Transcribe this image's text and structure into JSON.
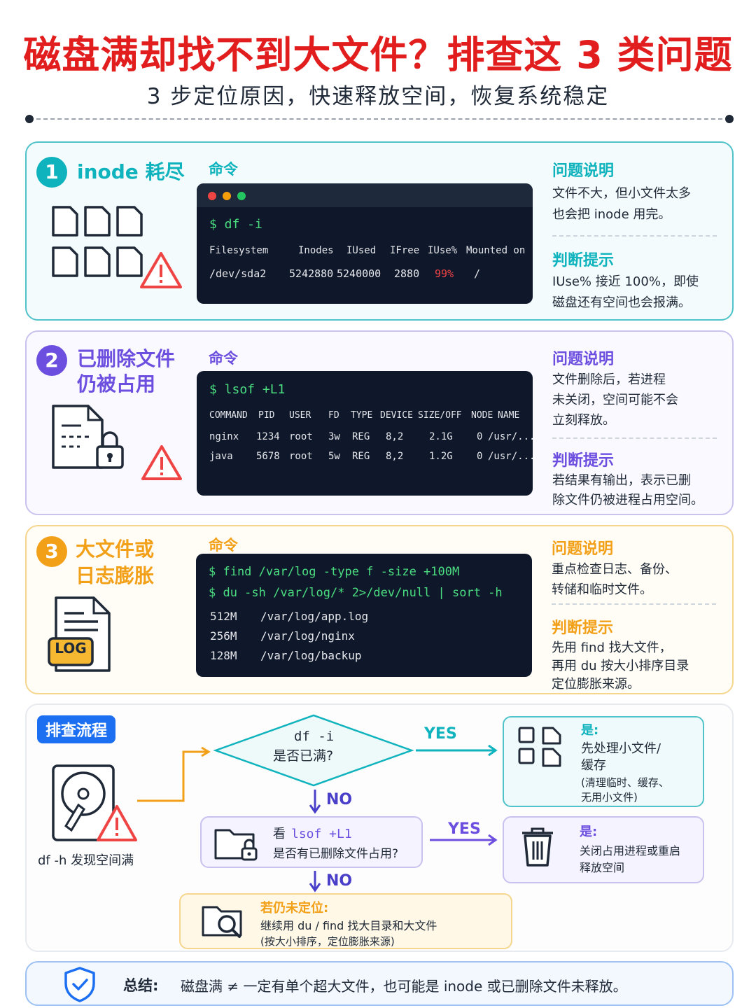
{
  "header": {
    "title": "磁盘满却找不到大文件？排查这 3 类问题",
    "subtitle": "3 步定位原因，快速释放空间，恢复系统稳定"
  },
  "colors": {
    "title": "#e11d1d",
    "teal": "#0fb3bd",
    "purple": "#6d4fe0",
    "orange": "#f3a019",
    "blue": "#1d6ff2",
    "alert": "#ef4444"
  },
  "sections": [
    {
      "num": "1",
      "title": "inode 耗尽",
      "cmd_label": "命令",
      "terminal": {
        "prompt": "$ df -i",
        "header": [
          "Filesystem",
          "Inodes",
          "IUsed",
          "IFree",
          "IUse%",
          "Mounted on"
        ],
        "row": [
          "/dev/sda2",
          "5242880",
          "5240000",
          "2880",
          "99%",
          "/"
        ]
      },
      "problem_title": "问题说明",
      "problem_lines": [
        "文件不大，但小文件太多",
        "也会把 inode 用完。"
      ],
      "hint_title": "判断提示",
      "hint_lines": [
        "IUse% 接近 100%，即使",
        "磁盘还有空间也会报满。"
      ]
    },
    {
      "num": "2",
      "title_lines": [
        "已删除文件",
        "仍被占用"
      ],
      "cmd_label": "命令",
      "terminal": {
        "prompt": "$ lsof +L1",
        "header": [
          "COMMAND",
          "PID",
          "USER",
          "FD",
          "TYPE",
          "DEVICE",
          "SIZE/OFF",
          "NODE",
          "NAME"
        ],
        "rows": [
          [
            "nginx",
            "1234",
            "root",
            "3w",
            "REG",
            "8,2",
            "2.1G",
            "0",
            "/usr/..."
          ],
          [
            "java",
            "5678",
            "root",
            "5w",
            "REG",
            "8,2",
            "1.2G",
            "0",
            "/usr/..."
          ]
        ]
      },
      "problem_title": "问题说明",
      "problem_lines": [
        "文件删除后，若进程",
        "未关闭，空间可能不会",
        "立刻释放。"
      ],
      "hint_title": "判断提示",
      "hint_lines": [
        "若结果有输出，表示已删",
        "除文件仍被进程占用空间。"
      ]
    },
    {
      "num": "3",
      "title_lines": [
        "大文件或",
        "日志膨胀"
      ],
      "log_badge": "LOG",
      "cmd_label": "命令",
      "terminal": {
        "prompts": [
          "$ find /var/log -type f -size +100M",
          "$ du -sh /var/log/* 2>/dev/null | sort -h"
        ],
        "rows": [
          [
            "512M",
            "/var/log/app.log"
          ],
          [
            "256M",
            "/var/log/nginx"
          ],
          [
            "128M",
            "/var/log/backup"
          ]
        ]
      },
      "problem_title": "问题说明",
      "problem_lines": [
        "重点检查日志、备份、",
        "转储和临时文件。"
      ],
      "hint_title": "判断提示",
      "hint_lines": [
        "先用 find 找大文件，",
        "再用 du 按大小排序目录",
        "定位膨胀来源。"
      ]
    }
  ],
  "flow": {
    "tag": "排查流程",
    "start_label": "df -h 发现空间满",
    "diamond": [
      "df -i",
      "是否已满?"
    ],
    "yes": "YES",
    "no": "NO",
    "box1_title": "是:",
    "box1_lines": [
      "先处理小文件/",
      "缓存"
    ],
    "box1_note": [
      "(清理临时、缓存、",
      "无用小文件)"
    ],
    "step2_prefix": "看",
    "step2_cmd": "lsof +L1",
    "step2_q": "是否有已删除文件占用?",
    "box2_title": "是:",
    "box2_lines": [
      "关闭占用进程或重启",
      "释放空间"
    ],
    "final_title": "若仍未定位:",
    "final_lines": [
      "继续用 du / find 找大目录和大文件",
      "(按大小排序，定位膨胀来源)"
    ]
  },
  "summary": {
    "label": "总结:",
    "text": "磁盘满 ≠ 一定有单个超大文件，也可能是 inode 或已删除文件未释放。"
  }
}
